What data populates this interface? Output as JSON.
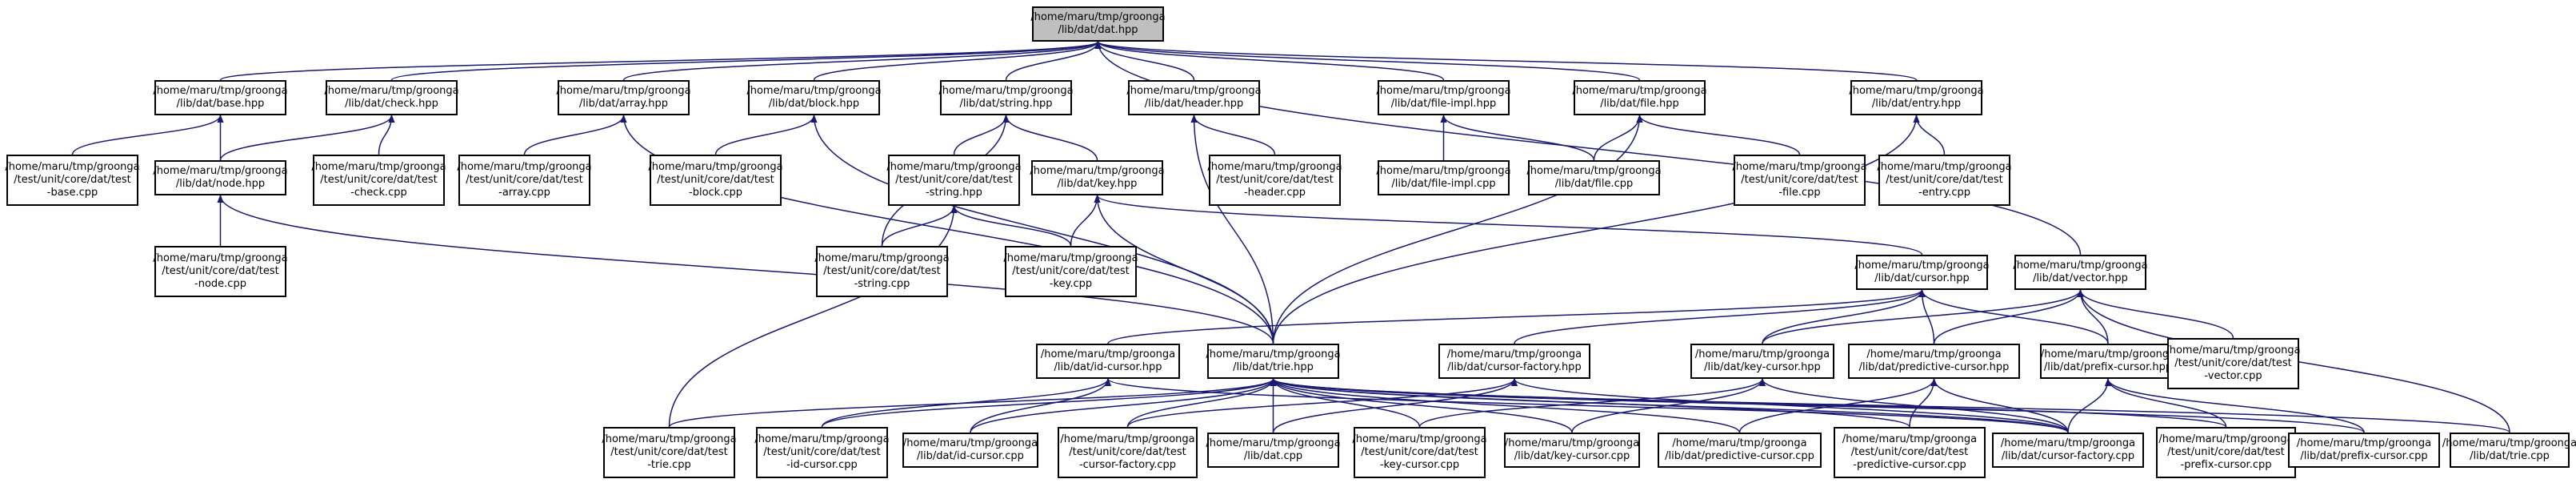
{
  "diagram": {
    "edge_color": "#191970",
    "nodes": [
      {
        "id": "dat_hpp",
        "lines": [
          "/home/maru/tmp/groonga",
          "/lib/dat/dat.hpp"
        ],
        "root": true
      },
      {
        "id": "base_hpp",
        "lines": [
          "/home/maru/tmp/groonga",
          "/lib/dat/base.hpp"
        ]
      },
      {
        "id": "check_hpp",
        "lines": [
          "/home/maru/tmp/groonga",
          "/lib/dat/check.hpp"
        ]
      },
      {
        "id": "array_hpp",
        "lines": [
          "/home/maru/tmp/groonga",
          "/lib/dat/array.hpp"
        ]
      },
      {
        "id": "block_hpp",
        "lines": [
          "/home/maru/tmp/groonga",
          "/lib/dat/block.hpp"
        ]
      },
      {
        "id": "string_hpp",
        "lines": [
          "/home/maru/tmp/groonga",
          "/lib/dat/string.hpp"
        ]
      },
      {
        "id": "header_hpp",
        "lines": [
          "/home/maru/tmp/groonga",
          "/lib/dat/header.hpp"
        ]
      },
      {
        "id": "file_impl_hpp",
        "lines": [
          "/home/maru/tmp/groonga",
          "/lib/dat/file-impl.hpp"
        ]
      },
      {
        "id": "file_hpp",
        "lines": [
          "/home/maru/tmp/groonga",
          "/lib/dat/file.hpp"
        ]
      },
      {
        "id": "entry_hpp",
        "lines": [
          "/home/maru/tmp/groonga",
          "/lib/dat/entry.hpp"
        ]
      },
      {
        "id": "test_base_cpp",
        "lines": [
          "/home/maru/tmp/groonga",
          "/test/unit/core/dat/test",
          "-base.cpp"
        ]
      },
      {
        "id": "node_hpp",
        "lines": [
          "/home/maru/tmp/groonga",
          "/lib/dat/node.hpp"
        ]
      },
      {
        "id": "test_check_cpp",
        "lines": [
          "/home/maru/tmp/groonga",
          "/test/unit/core/dat/test",
          "-check.cpp"
        ]
      },
      {
        "id": "test_array_cpp",
        "lines": [
          "/home/maru/tmp/groonga",
          "/test/unit/core/dat/test",
          "-array.cpp"
        ]
      },
      {
        "id": "test_block_cpp",
        "lines": [
          "/home/maru/tmp/groonga",
          "/test/unit/core/dat/test",
          "-block.cpp"
        ]
      },
      {
        "id": "test_string_hpp",
        "lines": [
          "/home/maru/tmp/groonga",
          "/test/unit/core/dat/test",
          "-string.hpp"
        ]
      },
      {
        "id": "key_hpp",
        "lines": [
          "/home/maru/tmp/groonga",
          "/lib/dat/key.hpp"
        ]
      },
      {
        "id": "test_header_cpp",
        "lines": [
          "/home/maru/tmp/groonga",
          "/test/unit/core/dat/test",
          "-header.cpp"
        ]
      },
      {
        "id": "file_impl_cpp",
        "lines": [
          "/home/maru/tmp/groonga",
          "/lib/dat/file-impl.cpp"
        ]
      },
      {
        "id": "file_cpp",
        "lines": [
          "/home/maru/tmp/groonga",
          "/lib/dat/file.cpp"
        ]
      },
      {
        "id": "test_file_cpp",
        "lines": [
          "/home/maru/tmp/groonga",
          "/test/unit/core/dat/test",
          "-file.cpp"
        ]
      },
      {
        "id": "test_entry_cpp",
        "lines": [
          "/home/maru/tmp/groonga",
          "/test/unit/core/dat/test",
          "-entry.cpp"
        ]
      },
      {
        "id": "test_node_cpp",
        "lines": [
          "/home/maru/tmp/groonga",
          "/test/unit/core/dat/test",
          "-node.cpp"
        ]
      },
      {
        "id": "test_string_cpp",
        "lines": [
          "/home/maru/tmp/groonga",
          "/test/unit/core/dat/test",
          "-string.cpp"
        ]
      },
      {
        "id": "test_key_cpp",
        "lines": [
          "/home/maru/tmp/groonga",
          "/test/unit/core/dat/test",
          "-key.cpp"
        ]
      },
      {
        "id": "cursor_hpp",
        "lines": [
          "/home/maru/tmp/groonga",
          "/lib/dat/cursor.hpp"
        ]
      },
      {
        "id": "vector_hpp",
        "lines": [
          "/home/maru/tmp/groonga",
          "/lib/dat/vector.hpp"
        ]
      },
      {
        "id": "id_cursor_hpp",
        "lines": [
          "/home/maru/tmp/groonga",
          "/lib/dat/id-cursor.hpp"
        ]
      },
      {
        "id": "trie_hpp",
        "lines": [
          "/home/maru/tmp/groonga",
          "/lib/dat/trie.hpp"
        ]
      },
      {
        "id": "cursor_factory_hpp",
        "lines": [
          "/home/maru/tmp/groonga",
          "/lib/dat/cursor-factory.hpp"
        ]
      },
      {
        "id": "key_cursor_hpp",
        "lines": [
          "/home/maru/tmp/groonga",
          "/lib/dat/key-cursor.hpp"
        ]
      },
      {
        "id": "predictive_cursor_hpp",
        "lines": [
          "/home/maru/tmp/groonga",
          "/lib/dat/predictive-cursor.hpp"
        ]
      },
      {
        "id": "prefix_cursor_hpp",
        "lines": [
          "/home/maru/tmp/groonga",
          "/lib/dat/prefix-cursor.hpp"
        ]
      },
      {
        "id": "test_vector_cpp",
        "lines": [
          "/home/maru/tmp/groonga",
          "/test/unit/core/dat/test",
          "-vector.cpp"
        ]
      },
      {
        "id": "test_trie_cpp",
        "lines": [
          "/home/maru/tmp/groonga",
          "/test/unit/core/dat/test",
          "-trie.cpp"
        ]
      },
      {
        "id": "test_id_cursor_cpp",
        "lines": [
          "/home/maru/tmp/groonga",
          "/test/unit/core/dat/test",
          "-id-cursor.cpp"
        ]
      },
      {
        "id": "id_cursor_cpp",
        "lines": [
          "/home/maru/tmp/groonga",
          "/lib/dat/id-cursor.cpp"
        ]
      },
      {
        "id": "test_cursor_factory_cpp",
        "lines": [
          "/home/maru/tmp/groonga",
          "/test/unit/core/dat/test",
          "-cursor-factory.cpp"
        ]
      },
      {
        "id": "dat_cpp",
        "lines": [
          "/home/maru/tmp/groonga",
          "/lib/dat.cpp"
        ]
      },
      {
        "id": "test_key_cursor_cpp",
        "lines": [
          "/home/maru/tmp/groonga",
          "/test/unit/core/dat/test",
          "-key-cursor.cpp"
        ]
      },
      {
        "id": "key_cursor_cpp",
        "lines": [
          "/home/maru/tmp/groonga",
          "/lib/dat/key-cursor.cpp"
        ]
      },
      {
        "id": "predictive_cursor_cpp",
        "lines": [
          "/home/maru/tmp/groonga",
          "/lib/dat/predictive-cursor.cpp"
        ]
      },
      {
        "id": "test_predictive_cursor_cpp",
        "lines": [
          "/home/maru/tmp/groonga",
          "/test/unit/core/dat/test",
          "-predictive-cursor.cpp"
        ]
      },
      {
        "id": "cursor_factory_cpp",
        "lines": [
          "/home/maru/tmp/groonga",
          "/lib/dat/cursor-factory.cpp"
        ]
      },
      {
        "id": "test_prefix_cursor_cpp",
        "lines": [
          "/home/maru/tmp/groonga",
          "/test/unit/core/dat/test",
          "-prefix-cursor.cpp"
        ]
      },
      {
        "id": "prefix_cursor_cpp",
        "lines": [
          "/home/maru/tmp/groonga",
          "/lib/dat/prefix-cursor.cpp"
        ]
      },
      {
        "id": "trie_cpp",
        "lines": [
          "/home/maru/tmp/groonga",
          "/lib/dat/trie.cpp"
        ]
      }
    ],
    "edges": [
      [
        "base_hpp",
        "dat_hpp"
      ],
      [
        "check_hpp",
        "dat_hpp"
      ],
      [
        "array_hpp",
        "dat_hpp"
      ],
      [
        "block_hpp",
        "dat_hpp"
      ],
      [
        "string_hpp",
        "dat_hpp"
      ],
      [
        "header_hpp",
        "dat_hpp"
      ],
      [
        "file_impl_hpp",
        "dat_hpp"
      ],
      [
        "file_hpp",
        "dat_hpp"
      ],
      [
        "entry_hpp",
        "dat_hpp"
      ],
      [
        "vector_hpp",
        "dat_hpp"
      ],
      [
        "test_base_cpp",
        "base_hpp"
      ],
      [
        "node_hpp",
        "base_hpp"
      ],
      [
        "node_hpp",
        "check_hpp"
      ],
      [
        "test_check_cpp",
        "check_hpp"
      ],
      [
        "test_array_cpp",
        "array_hpp"
      ],
      [
        "trie_hpp",
        "array_hpp"
      ],
      [
        "test_block_cpp",
        "block_hpp"
      ],
      [
        "trie_hpp",
        "block_hpp"
      ],
      [
        "test_string_hpp",
        "string_hpp"
      ],
      [
        "key_hpp",
        "string_hpp"
      ],
      [
        "test_string_cpp",
        "string_hpp"
      ],
      [
        "test_header_cpp",
        "header_hpp"
      ],
      [
        "trie_hpp",
        "header_hpp"
      ],
      [
        "file_impl_cpp",
        "file_impl_hpp"
      ],
      [
        "file_cpp",
        "file_impl_hpp"
      ],
      [
        "file_cpp",
        "file_hpp"
      ],
      [
        "test_file_cpp",
        "file_hpp"
      ],
      [
        "trie_hpp",
        "file_hpp"
      ],
      [
        "test_entry_cpp",
        "entry_hpp"
      ],
      [
        "trie_hpp",
        "entry_hpp"
      ],
      [
        "test_node_cpp",
        "node_hpp"
      ],
      [
        "trie_hpp",
        "node_hpp"
      ],
      [
        "test_string_cpp",
        "test_string_hpp"
      ],
      [
        "test_key_cpp",
        "test_string_hpp"
      ],
      [
        "test_trie_cpp",
        "test_string_hpp"
      ],
      [
        "test_key_cpp",
        "key_hpp"
      ],
      [
        "trie_hpp",
        "key_hpp"
      ],
      [
        "cursor_hpp",
        "key_hpp"
      ],
      [
        "id_cursor_hpp",
        "cursor_hpp"
      ],
      [
        "cursor_factory_hpp",
        "cursor_hpp"
      ],
      [
        "key_cursor_hpp",
        "cursor_hpp"
      ],
      [
        "predictive_cursor_hpp",
        "cursor_hpp"
      ],
      [
        "prefix_cursor_hpp",
        "cursor_hpp"
      ],
      [
        "predictive_cursor_hpp",
        "vector_hpp"
      ],
      [
        "prefix_cursor_hpp",
        "vector_hpp"
      ],
      [
        "test_vector_cpp",
        "vector_hpp"
      ],
      [
        "trie_cpp",
        "vector_hpp"
      ],
      [
        "key_cursor_hpp",
        "vector_hpp"
      ],
      [
        "test_id_cursor_cpp",
        "id_cursor_hpp"
      ],
      [
        "id_cursor_cpp",
        "id_cursor_hpp"
      ],
      [
        "cursor_factory_cpp",
        "id_cursor_hpp"
      ],
      [
        "test_trie_cpp",
        "trie_hpp"
      ],
      [
        "test_id_cursor_cpp",
        "trie_hpp"
      ],
      [
        "id_cursor_cpp",
        "trie_hpp"
      ],
      [
        "test_cursor_factory_cpp",
        "trie_hpp"
      ],
      [
        "dat_cpp",
        "trie_hpp"
      ],
      [
        "test_key_cursor_cpp",
        "trie_hpp"
      ],
      [
        "key_cursor_cpp",
        "trie_hpp"
      ],
      [
        "predictive_cursor_cpp",
        "trie_hpp"
      ],
      [
        "test_predictive_cursor_cpp",
        "trie_hpp"
      ],
      [
        "cursor_factory_cpp",
        "trie_hpp"
      ],
      [
        "test_prefix_cursor_cpp",
        "trie_hpp"
      ],
      [
        "prefix_cursor_cpp",
        "trie_hpp"
      ],
      [
        "trie_cpp",
        "trie_hpp"
      ],
      [
        "test_cursor_factory_cpp",
        "cursor_factory_hpp"
      ],
      [
        "dat_cpp",
        "cursor_factory_hpp"
      ],
      [
        "cursor_factory_cpp",
        "cursor_factory_hpp"
      ],
      [
        "key_cursor_cpp",
        "key_cursor_hpp"
      ],
      [
        "test_key_cursor_cpp",
        "key_cursor_hpp"
      ],
      [
        "cursor_factory_cpp",
        "key_cursor_hpp"
      ],
      [
        "predictive_cursor_cpp",
        "predictive_cursor_hpp"
      ],
      [
        "test_predictive_cursor_cpp",
        "predictive_cursor_hpp"
      ],
      [
        "cursor_factory_cpp",
        "predictive_cursor_hpp"
      ],
      [
        "prefix_cursor_cpp",
        "prefix_cursor_hpp"
      ],
      [
        "test_prefix_cursor_cpp",
        "prefix_cursor_hpp"
      ],
      [
        "cursor_factory_cpp",
        "prefix_cursor_hpp"
      ]
    ]
  }
}
